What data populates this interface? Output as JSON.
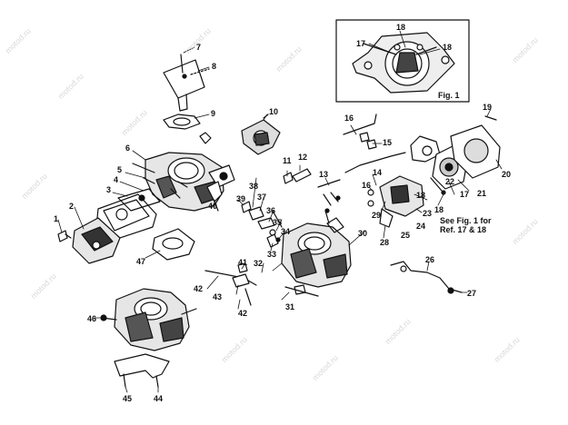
{
  "labels": {
    "l1": "1",
    "l2": "2",
    "l3": "3",
    "l4": "4",
    "l5": "5",
    "l6": "6",
    "l7": "7",
    "l8": "8",
    "l9": "9",
    "l10": "10",
    "l11": "11",
    "l12": "12",
    "l13": "13",
    "l14": "14",
    "l15": "15",
    "l16": "16",
    "l17": "17",
    "l18": "18",
    "l19": "19",
    "l20": "20",
    "l21": "21",
    "l22": "22",
    "l23": "23",
    "l24": "24",
    "l25": "25",
    "l26": "26",
    "l27": "27",
    "l28": "28",
    "l29": "29",
    "l30": "30",
    "l31": "31",
    "l32": "32",
    "l33": "33",
    "l34": "34",
    "l35": "35",
    "l36": "36",
    "l37": "37",
    "l38": "38",
    "l39": "39",
    "l40": "40",
    "l41": "41",
    "l42": "42",
    "l43": "43",
    "l44": "44",
    "l45": "45",
    "l46": "46",
    "l47": "47"
  },
  "figure": {
    "title": "Fig. 1",
    "label_17": "17",
    "label_18a": "18",
    "label_18b": "18"
  },
  "note": {
    "line1": "See Fig. 1 for",
    "line2": "Ref. 17 & 18"
  },
  "watermark": "motod.ru"
}
